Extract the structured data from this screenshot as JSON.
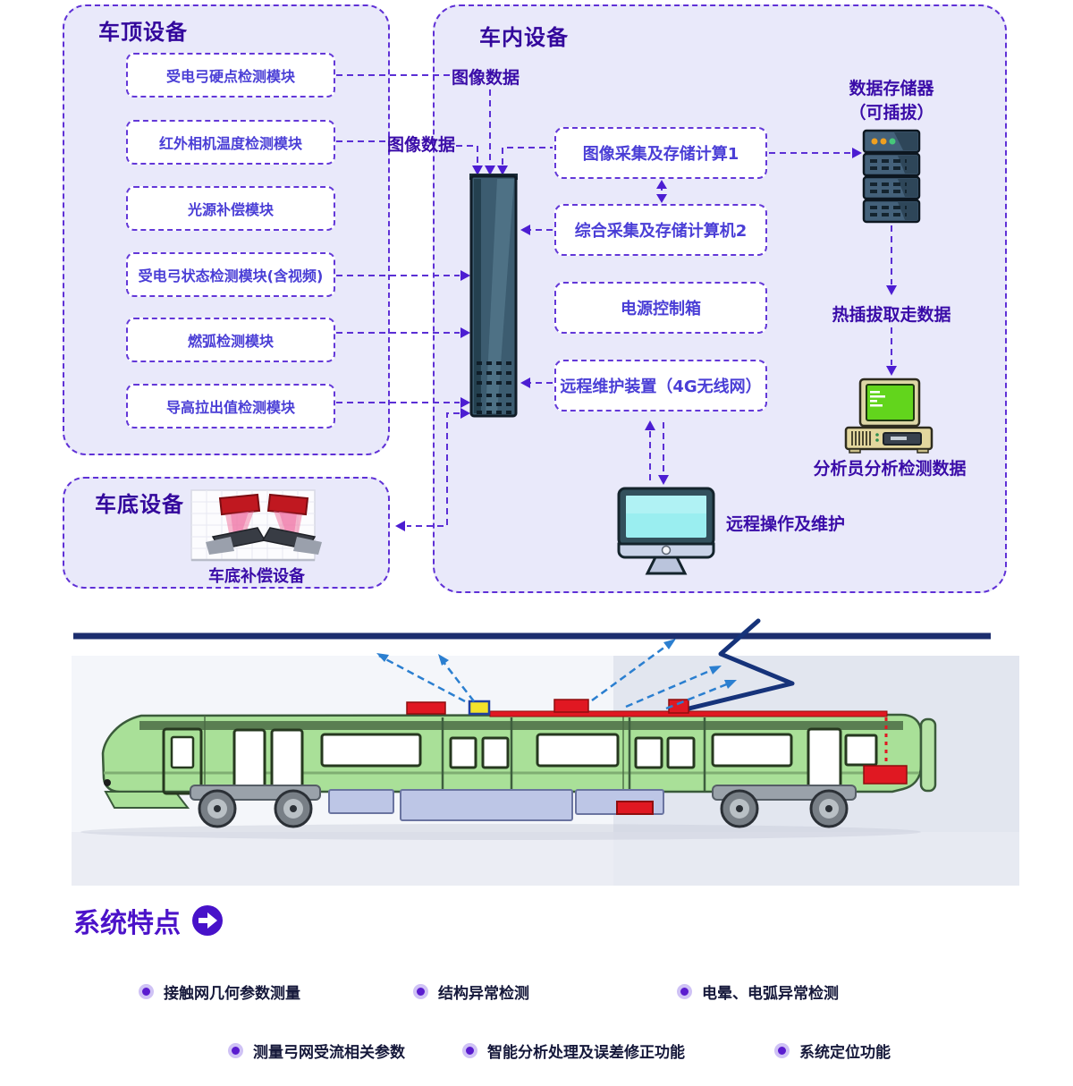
{
  "diagram": {
    "roof_panel": {
      "title": "车顶设备",
      "modules": [
        "受电弓硬点检测模块",
        "红外相机温度检测模块",
        "光源补偿模块",
        "受电弓状态检测模块(含视频)",
        "燃弧检测模块",
        "导高拉出值检测模块"
      ]
    },
    "interior_panel": {
      "title": "车内设备",
      "boxes": [
        "图像采集及存储计算1",
        "综合采集及存储计算机2",
        "电源控制箱",
        "远程维护装置（4G无线网）"
      ],
      "image_data_label_top": "图像数据",
      "image_data_label_left": "图像数据",
      "storage_title_line1": "数据存储器",
      "storage_title_line2": "（可插拔）",
      "hot_swap_label": "热插拔取走数据",
      "analyst_label": "分析员分析检测数据",
      "remote_ops_label": "远程操作及维护"
    },
    "underbody_panel": {
      "title": "车底设备",
      "caption": "车底补偿设备"
    }
  },
  "features": {
    "title": "系统特点",
    "items": [
      "接触网几何参数测量",
      "结构异常检测",
      "电晕、电弧异常检测",
      "测量弓网受流相关参数",
      "智能分析处理及误差修正功能",
      "系统定位功能"
    ]
  },
  "colors": {
    "accent_purple": "#4b12c9",
    "panel_bg": "#e9e9fa",
    "dashed_border": "#5f30d6",
    "box_text": "#4a3ed6",
    "label_text": "#3a0ca8",
    "feature_text": "#15183a",
    "train_green": "#a9e098",
    "alert_red": "#e01822",
    "arrow_blue": "#2b7fd0",
    "catenary_navy": "#1c2e6e"
  }
}
